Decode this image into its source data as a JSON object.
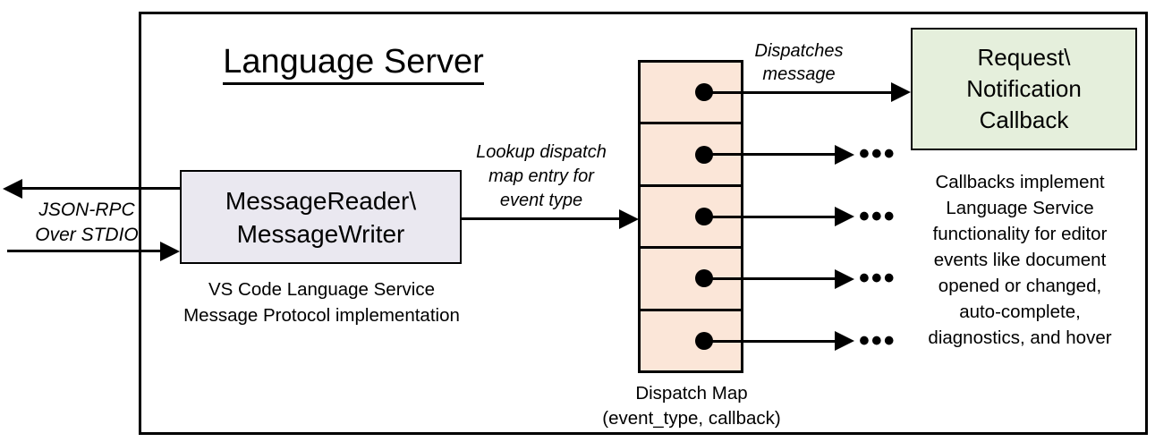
{
  "diagram": {
    "title": "Language Server",
    "left_io": {
      "lines": [
        "JSON-RPC",
        "Over STDIO"
      ]
    },
    "message_box": {
      "lines": [
        "MessageReader\\",
        "MessageWriter"
      ],
      "caption": [
        "VS Code Language Service",
        "Message Protocol implementation"
      ]
    },
    "lookup_label": {
      "lines": [
        "Lookup dispatch",
        "map entry for",
        "event type"
      ]
    },
    "dispatch_label": {
      "lines": [
        "Dispatches",
        "message"
      ]
    },
    "dispatch_map": {
      "cells": 5,
      "caption": [
        "Dispatch Map",
        "(event_type, callback)"
      ]
    },
    "callback_box": {
      "lines": [
        "Request\\",
        "Notification",
        "Callback"
      ]
    },
    "callbacks_note": {
      "lines": [
        "Callbacks implement",
        "Language Service",
        "functionality for editor",
        "events like document",
        "opened or changed,",
        "auto-complete,",
        "diagnostics, and hover"
      ]
    },
    "ellipsis": "•••",
    "colors": {
      "message_box_fill": "#EAE8F0",
      "dispatch_cell_fill": "#FBE6D8",
      "callback_box_fill": "#E5EFDC",
      "line_color": "#000000"
    }
  }
}
